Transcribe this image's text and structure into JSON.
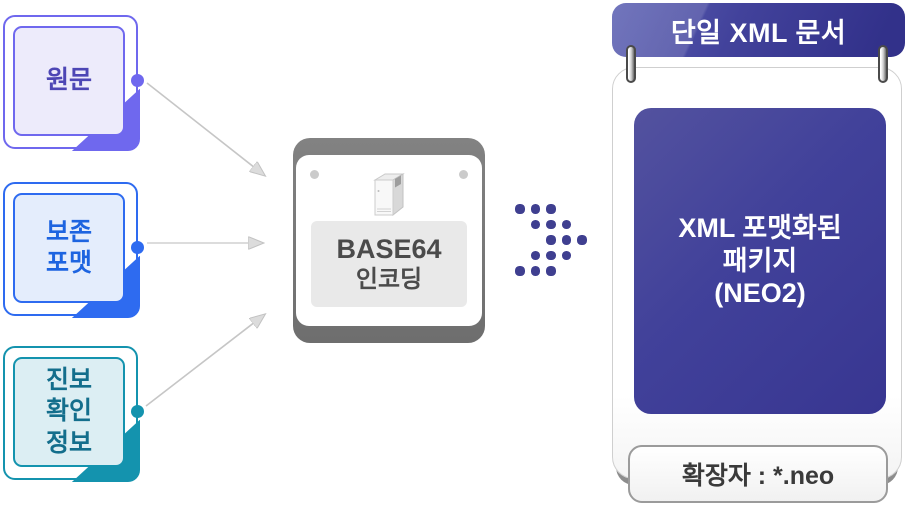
{
  "colors": {
    "purple_accent": "#6f68ee",
    "blue_accent": "#2e6bf0",
    "teal_accent": "#1493ae",
    "indigo_banner": "#3b3b90",
    "indigo_package": "#42419a",
    "dotted_arrow": "#3f3f90",
    "encoder_frame_gray": "#777777",
    "encoder_label_bg": "#e9e9e9"
  },
  "inputs": [
    {
      "id": "source-text",
      "lines": [
        "원문"
      ],
      "accent": "#6f68ee",
      "fill": "#edebfb",
      "text_color": "#4d46b5"
    },
    {
      "id": "preservation-format",
      "lines": [
        "보존",
        "포맷"
      ],
      "accent": "#2e6bf0",
      "fill": "#e4edfc",
      "text_color": "#1d64e0"
    },
    {
      "id": "authenticity-info",
      "lines": [
        "진보",
        "확인",
        "정보"
      ],
      "accent": "#1493ae",
      "fill": "#dceef3",
      "text_color": "#136e8c"
    }
  ],
  "encoder": {
    "title": "BASE64",
    "subtitle": "인코딩"
  },
  "output": {
    "header": "단일 XML 문서",
    "package": {
      "lines": [
        "XML 포맷화된",
        "패키지",
        "(NEO2)"
      ]
    },
    "extension": "확장자 : *.neo"
  },
  "icons": [
    "server-box-icon",
    "binder-ring-icon",
    "dotted-arrow-icon",
    "flow-arrow-icon"
  ]
}
